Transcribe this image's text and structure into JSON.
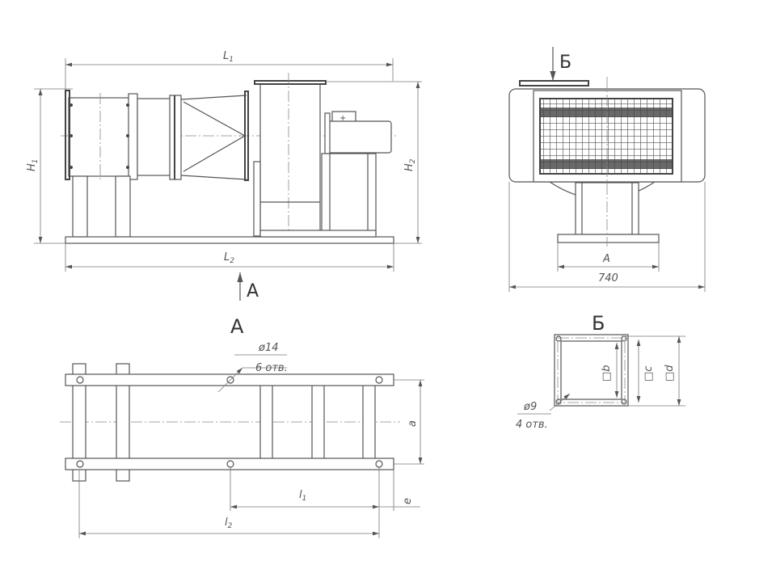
{
  "side_view": {
    "L1": {
      "main": "L",
      "sub": "1"
    },
    "L2": {
      "main": "L",
      "sub": "2"
    },
    "H1": {
      "main": "H",
      "sub": "1"
    },
    "H2": {
      "main": "H",
      "sub": "2"
    },
    "view_arrow_label": "A"
  },
  "front_view": {
    "view_arrow_label": "Б",
    "dim_A": "A",
    "dim_width": "740"
  },
  "plan_view": {
    "title": "A",
    "hole_dia": "ø14",
    "hole_count": "6 отв.",
    "dim_a": "a",
    "l1": {
      "main": "l",
      "sub": "1"
    },
    "l2": {
      "main": "l",
      "sub": "2"
    },
    "dim_e": "e"
  },
  "flange_view": {
    "title": "Б",
    "hole_dia": "ø9",
    "hole_count": "4 отв.",
    "dim_b": "□b",
    "dim_c": "□c",
    "dim_d": "□d"
  }
}
